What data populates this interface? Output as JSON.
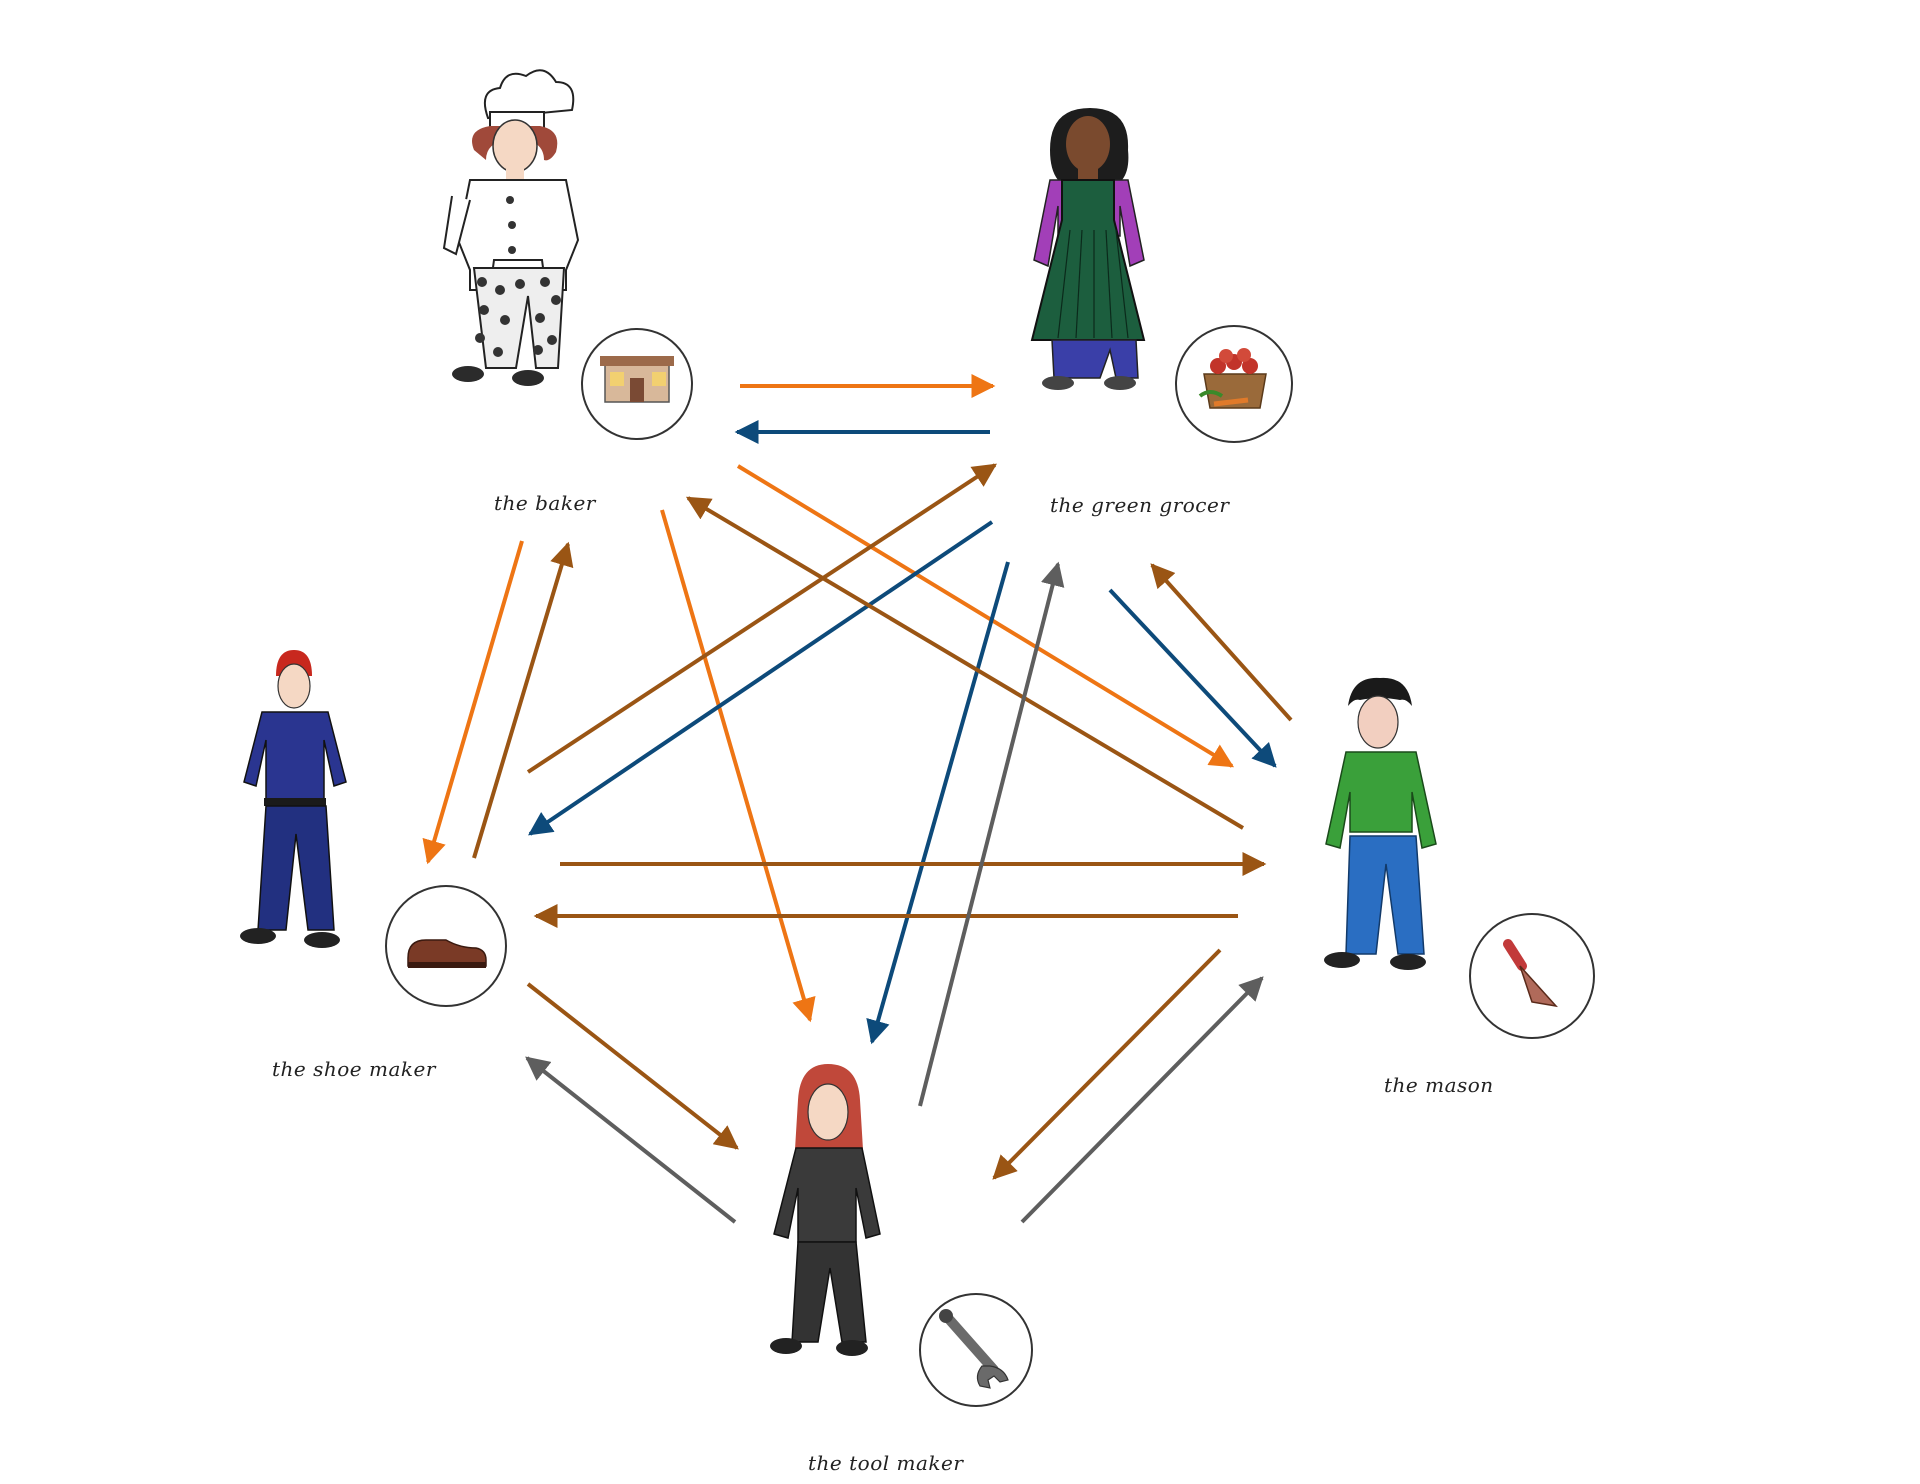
{
  "people": [
    {
      "id": "baker",
      "label": "the baker",
      "icon": "bakery-shop-icon"
    },
    {
      "id": "green-grocer",
      "label": "the green grocer",
      "icon": "vegetable-basket-icon"
    },
    {
      "id": "mason",
      "label": "the mason",
      "icon": "trowel-icon"
    },
    {
      "id": "tool-maker",
      "label": "the tool maker",
      "icon": "wrench-icon"
    },
    {
      "id": "shoe-maker",
      "label": "the shoe maker",
      "icon": "shoe-icon"
    }
  ],
  "colors": {
    "baker_arrows": "#ee7514",
    "grocer_arrows": "#0d4a7a",
    "mason_arrows": "#9a5514",
    "shoemaker_arrows": "#9a5514",
    "toolmaker_arrows": "#5e5e5e"
  },
  "arrow_legend": [
    {
      "from": "baker",
      "to": "green-grocer",
      "color": "#ee7514"
    },
    {
      "from": "baker",
      "to": "shoe-maker",
      "color": "#ee7514"
    },
    {
      "from": "baker",
      "to": "tool-maker",
      "color": "#ee7514"
    },
    {
      "from": "baker",
      "to": "mason",
      "color": "#ee7514"
    },
    {
      "from": "green-grocer",
      "to": "baker",
      "color": "#0d4a7a"
    },
    {
      "from": "green-grocer",
      "to": "shoe-maker",
      "color": "#0d4a7a"
    },
    {
      "from": "green-grocer",
      "to": "tool-maker",
      "color": "#0d4a7a"
    },
    {
      "from": "green-grocer",
      "to": "mason",
      "color": "#0d4a7a"
    },
    {
      "from": "mason",
      "to": "baker",
      "color": "#9a5514"
    },
    {
      "from": "mason",
      "to": "green-grocer",
      "color": "#9a5514"
    },
    {
      "from": "mason",
      "to": "shoe-maker",
      "color": "#9a5514"
    },
    {
      "from": "mason",
      "to": "tool-maker",
      "color": "#9a5514"
    },
    {
      "from": "shoe-maker",
      "to": "baker",
      "color": "#9a5514"
    },
    {
      "from": "shoe-maker",
      "to": "green-grocer",
      "color": "#9a5514"
    },
    {
      "from": "shoe-maker",
      "to": "mason",
      "color": "#9a5514"
    },
    {
      "from": "shoe-maker",
      "to": "tool-maker",
      "color": "#9a5514"
    },
    {
      "from": "tool-maker",
      "to": "green-grocer",
      "color": "#5e5e5e"
    },
    {
      "from": "tool-maker",
      "to": "shoe-maker",
      "color": "#5e5e5e"
    },
    {
      "from": "tool-maker",
      "to": "mason",
      "color": "#5e5e5e"
    }
  ]
}
